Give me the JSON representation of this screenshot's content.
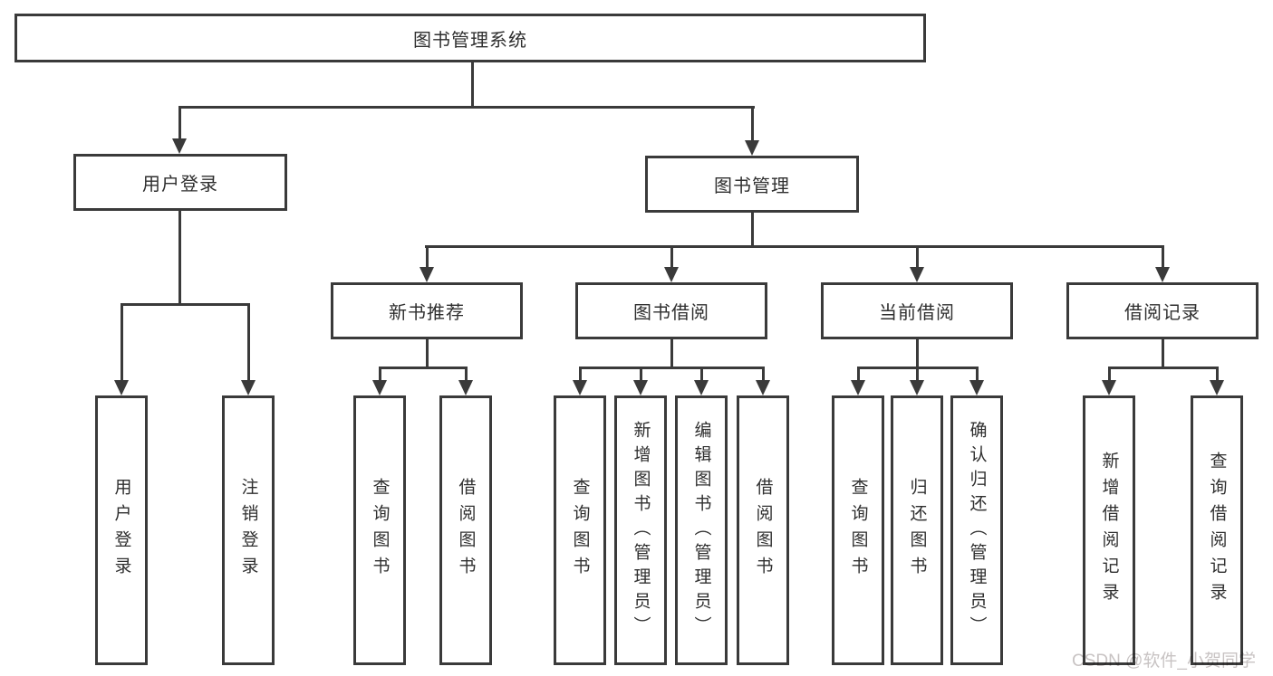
{
  "diagram": {
    "root": {
      "label": "图书管理系统"
    },
    "level1": [
      {
        "id": "user-login",
        "label": "用户登录"
      },
      {
        "id": "book-management",
        "label": "图书管理"
      }
    ],
    "level2": [
      {
        "id": "new-book-recommend",
        "label": "新书推荐"
      },
      {
        "id": "book-borrow",
        "label": "图书借阅"
      },
      {
        "id": "current-borrow",
        "label": "当前借阅"
      },
      {
        "id": "borrow-records",
        "label": "借阅记录"
      }
    ],
    "leaves": {
      "user_login": [
        "用户登录",
        "注销登录"
      ],
      "new_book_recommend": [
        "查询图书",
        "借阅图书"
      ],
      "book_borrow": [
        "查询图书",
        "新增图书（管理员）",
        "编辑图书（管理员）",
        "借阅图书"
      ],
      "current_borrow": [
        "查询图书",
        "归还图书",
        "确认归还（管理员）"
      ],
      "borrow_records": [
        "新增借阅记录",
        "查询借阅记录"
      ]
    }
  },
  "watermark": {
    "text": "CSDN @软件_小贺同学",
    "color": "#c8c3c3"
  },
  "colors": {
    "line": "#3a3a3a",
    "box_border": "#3a3a3a",
    "box_background": "#ffffff",
    "text": "#2f2f2f",
    "page_background": "#ffffff"
  }
}
